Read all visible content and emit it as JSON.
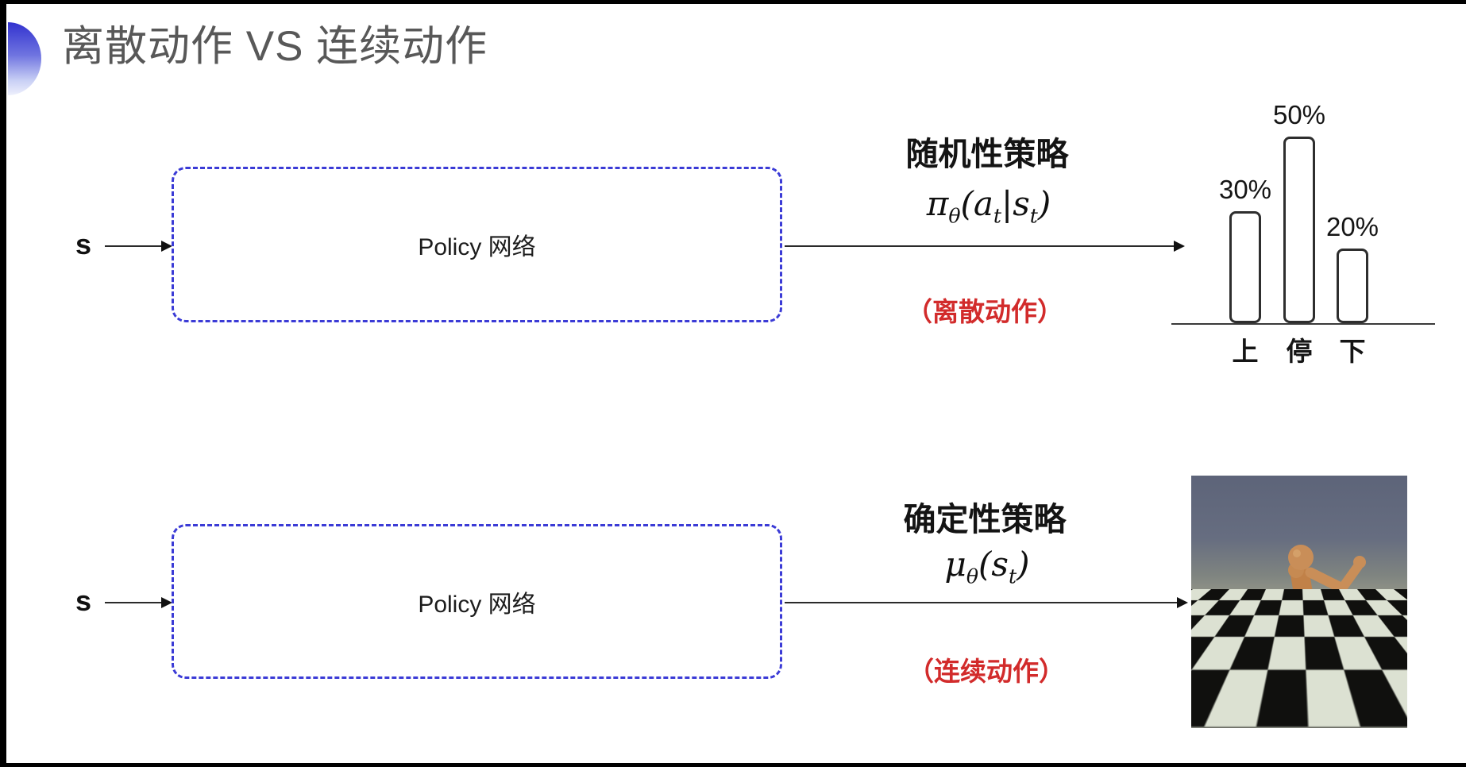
{
  "title": {
    "text": "离散动作 VS 连续动作"
  },
  "rows": {
    "stochastic": {
      "input": "s",
      "box": "Policy 网络",
      "policy_name": "随机性策略",
      "action_note": "（离散动作）",
      "formula": {
        "sym": "π",
        "sym_sub": "θ",
        "open": "(",
        "arg1": "a",
        "arg1_sub": "t",
        "sep": "|",
        "arg2": "s",
        "arg2_sub": "t",
        "close": ")"
      }
    },
    "deterministic": {
      "input": "s",
      "box": "Policy 网络",
      "policy_name": "确定性策略",
      "action_note": "（连续动作）",
      "formula": {
        "sym": "μ",
        "sym_sub": "θ",
        "open": "(",
        "arg2": "s",
        "arg2_sub": "t",
        "close": ")"
      }
    }
  },
  "chart_data": {
    "type": "bar",
    "categories": [
      "上",
      "停",
      "下"
    ],
    "values": [
      30,
      50,
      20
    ],
    "value_labels": [
      "30%",
      "50%",
      "20%"
    ],
    "title": "",
    "xlabel": "",
    "ylabel": "",
    "ylim": [
      0,
      55
    ],
    "grid": false,
    "legend": false,
    "bar_style": "outlined-rounded-white"
  },
  "colors": {
    "box_border_blue": "#3b3bd6",
    "accent_red": "#d22b2b",
    "title_grey": "#585858",
    "bullet_blue": "#3232cf"
  }
}
